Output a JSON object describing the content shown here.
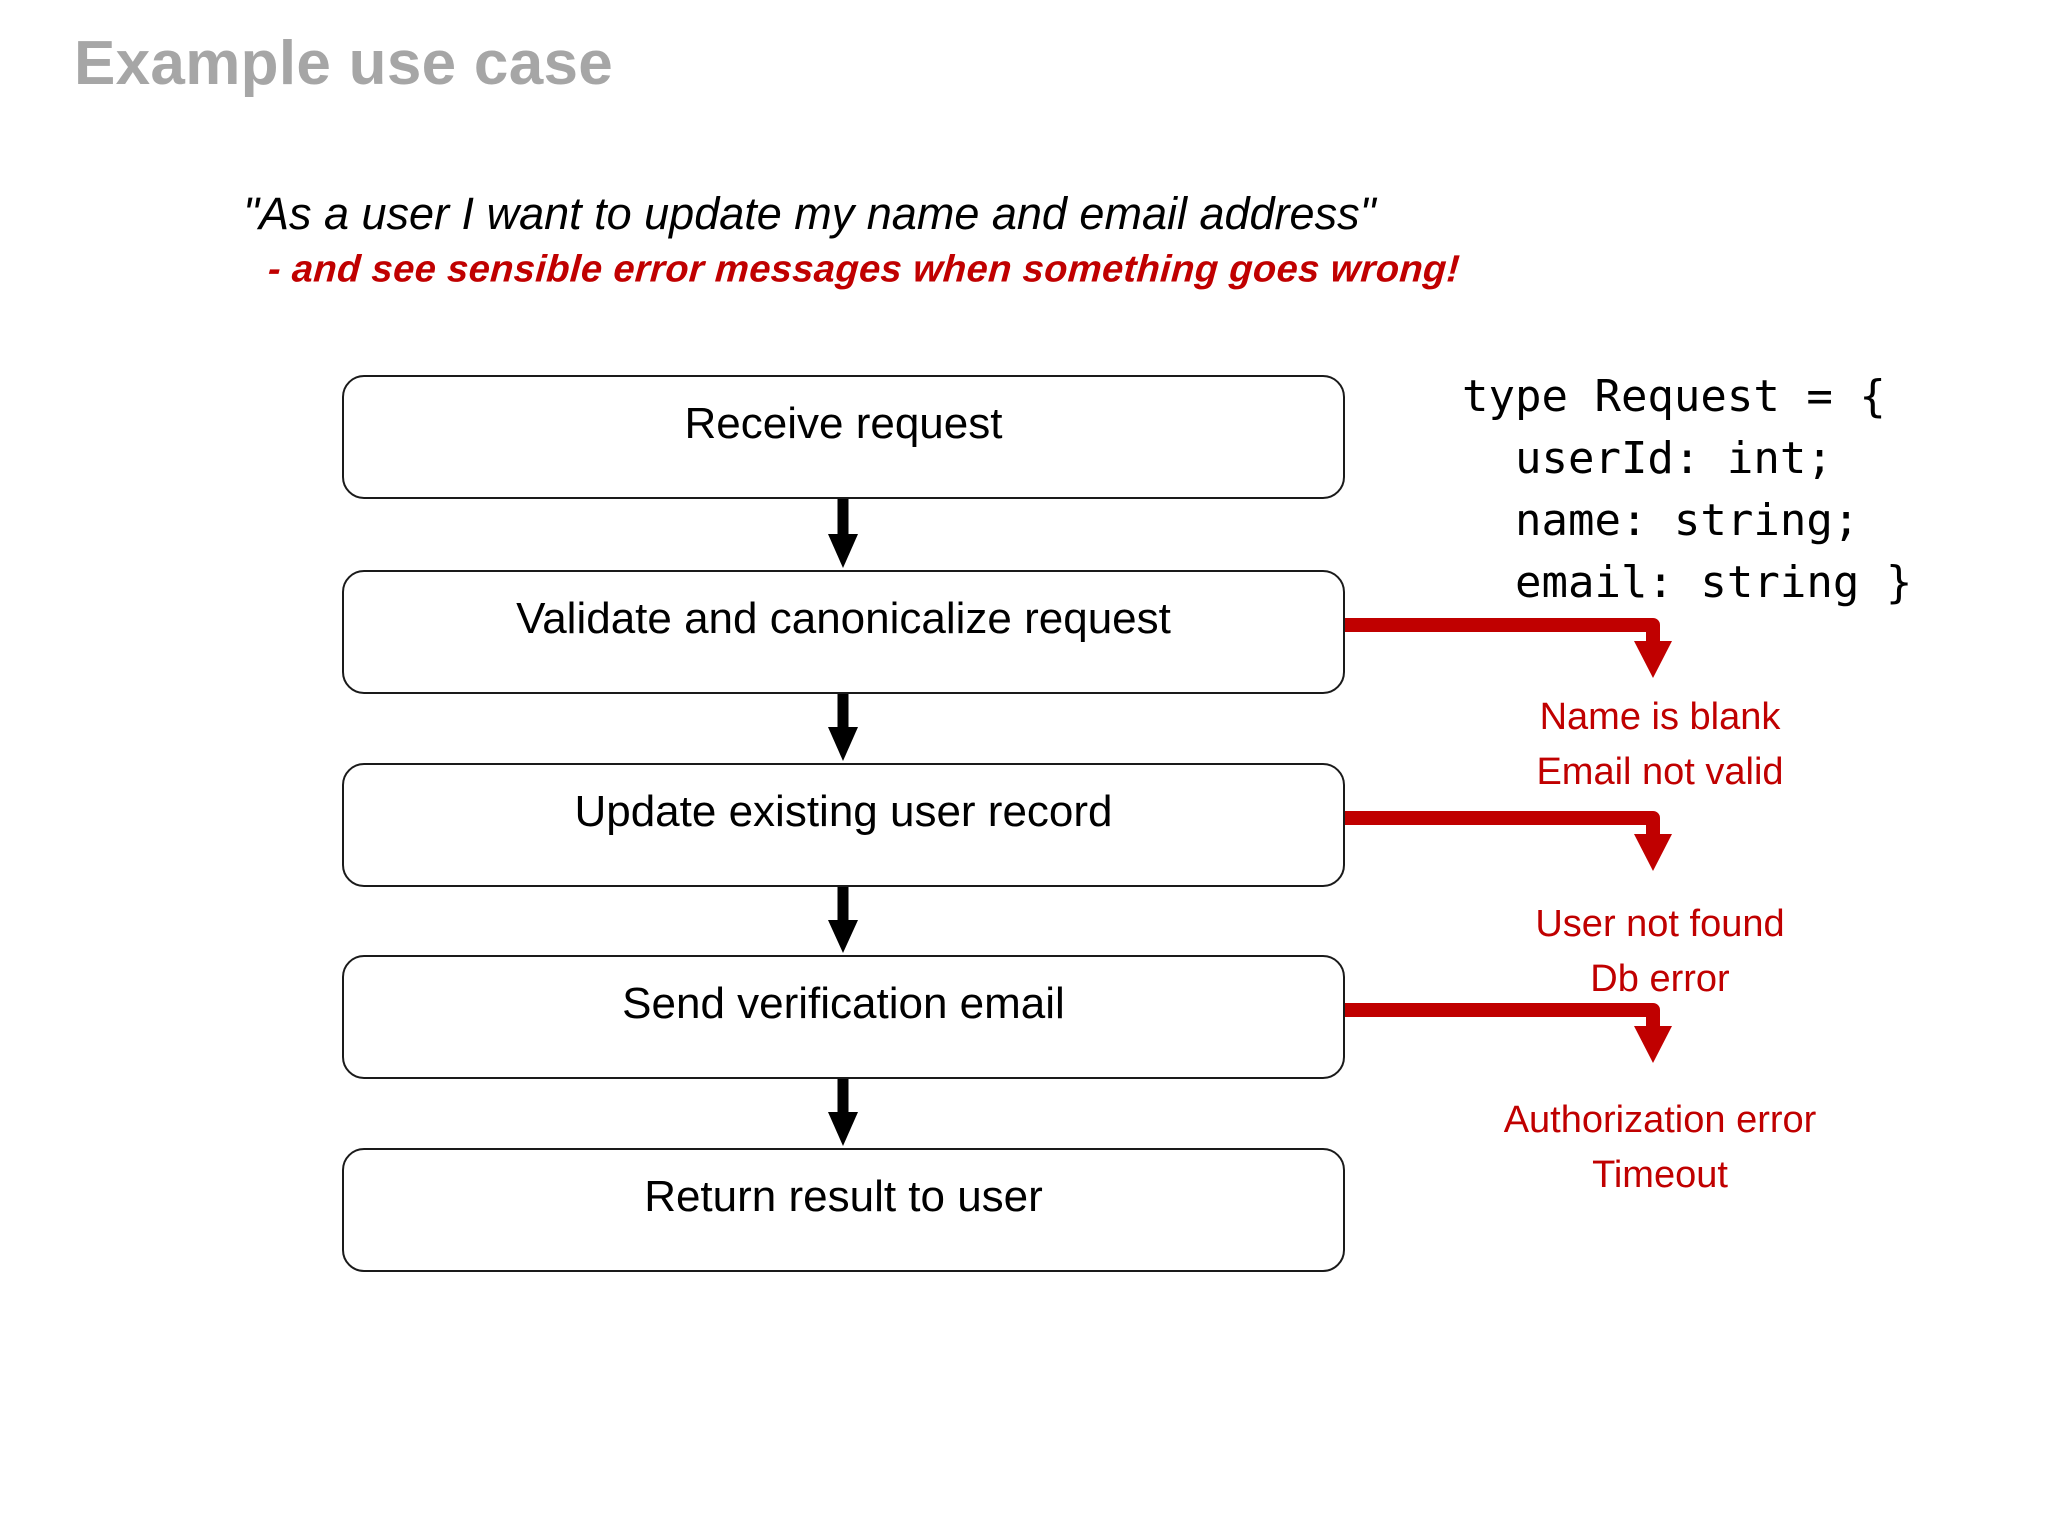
{
  "slide": {
    "title": "Example use case"
  },
  "story": {
    "quote": "\"As a user I want to update my name and email address\"",
    "handwritten_note": "- and see sensible error messages when something goes wrong!",
    "note_color": "#C00000"
  },
  "code": {
    "language": "type-definition",
    "text": "type Request = {\n  userId: int;\n  name: string;\n  email: string }"
  },
  "flow": {
    "arrow_color": "#000000",
    "box_border_color": "#1a1a1a",
    "steps": [
      {
        "label": "Receive request"
      },
      {
        "label": "Validate and canonicalize request"
      },
      {
        "label": "Update existing user record"
      },
      {
        "label": "Send verification email"
      },
      {
        "label": "Return result to user"
      }
    ]
  },
  "errors": {
    "color": "#C00000",
    "groups": [
      {
        "from_step": "Validate and canonicalize request",
        "lines": [
          "Name is blank",
          "Email not valid"
        ]
      },
      {
        "from_step": "Update existing user record",
        "lines": [
          "User not found",
          "Db error"
        ]
      },
      {
        "from_step": "Send verification email",
        "lines": [
          "Authorization error",
          "Timeout"
        ]
      }
    ]
  }
}
